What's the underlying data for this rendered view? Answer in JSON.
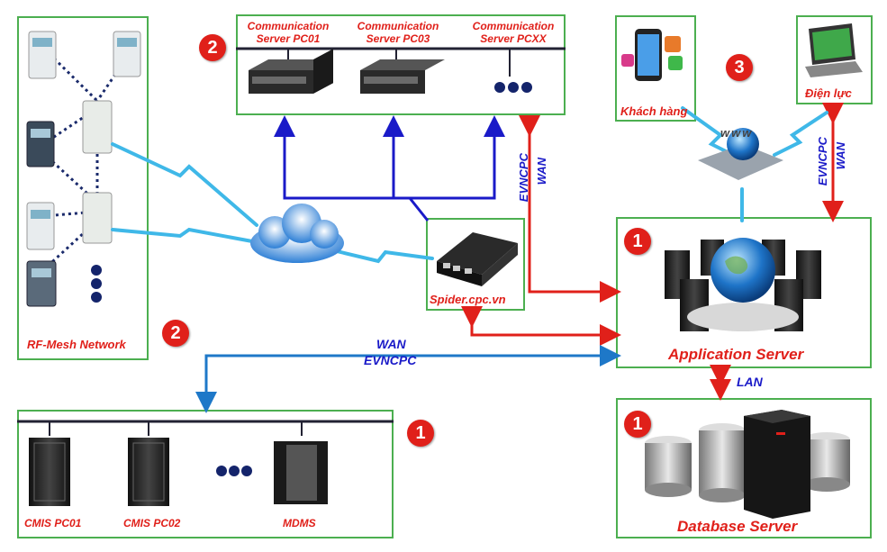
{
  "labels": {
    "comm_server_1": "Communication Server PC01",
    "comm_server_3": "Communication Server PC03",
    "comm_server_x": "Communication Server PCXX",
    "rf_mesh": "RF-Mesh Network",
    "spider": "Spider.cpc.vn",
    "app_server": "Application Server",
    "db_server": "Database Server",
    "customer": "Khách hàng",
    "power_company": "Điện lực",
    "cmis1": "CMIS PC01",
    "cmis2": "CMIS PC02",
    "mdms": "MDMS",
    "lan": "LAN",
    "wan_evncpc_mid": [
      "WAN",
      "EVNCPC"
    ],
    "wan_evncpc_bottom": [
      "WAN",
      "EVNCPC"
    ],
    "wan_evncpc_right": [
      "WAN",
      "EVNCPC"
    ],
    "www": "www"
  },
  "badges": {
    "comm": "2",
    "rf": "2",
    "web": "3",
    "app": "1",
    "db": "1",
    "cmis": "1"
  },
  "colors": {
    "box_border": "#4caf50",
    "red": "#e0201a",
    "blue": "#1a1ac8",
    "wireless": "#3fb8e8"
  }
}
